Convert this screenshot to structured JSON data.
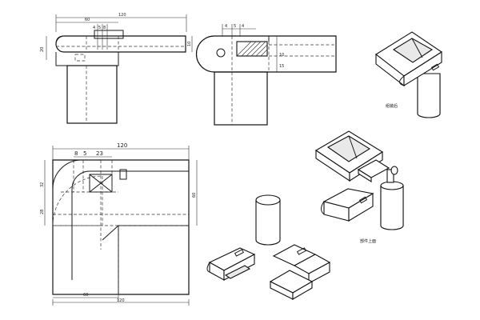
{
  "drawing": {
    "top_left_view": {
      "dims": {
        "overall_width": "120",
        "inner_width": "60",
        "small_a": "4",
        "small_b": "5",
        "small_c": "8",
        "height_left": "20",
        "height_right": "10"
      }
    },
    "top_middle_view": {
      "dims": {
        "a": "4",
        "b": "5",
        "c": "4",
        "side": "10",
        "side2": "15"
      }
    },
    "plan_view": {
      "dims": {
        "overall_width": "120",
        "d1": "8",
        "d2": "5",
        "d3": "23",
        "left_upper": "32",
        "left_lower": "28",
        "right": "60",
        "bottom_inner": "60",
        "bottom_overall": "120"
      }
    },
    "captions": {
      "assembled": "组装后",
      "parts": "部件上面"
    }
  }
}
